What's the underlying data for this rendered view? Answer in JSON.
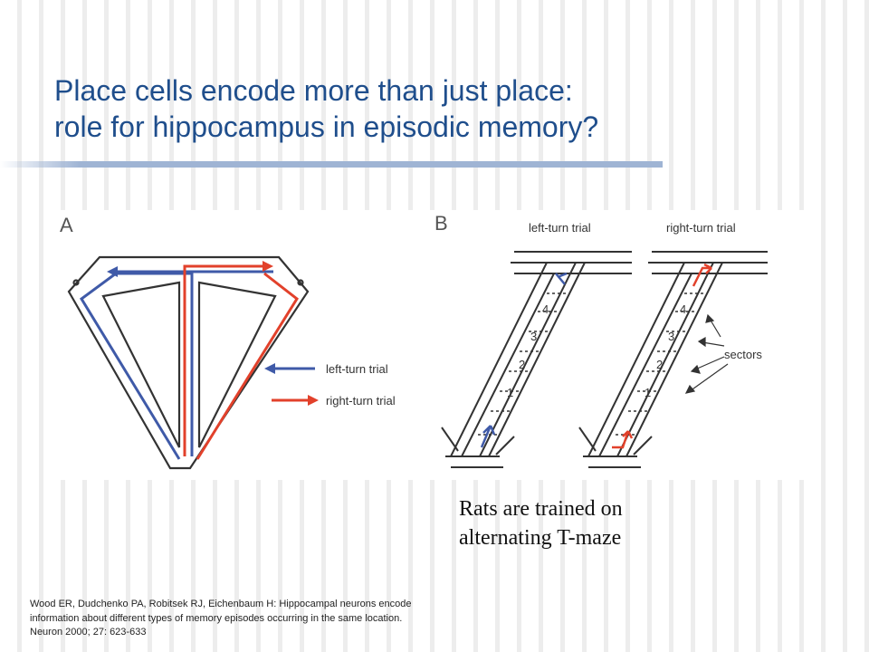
{
  "slide": {
    "title_line1": "Place cells encode more than just place:",
    "title_line2": "role for hippocampus in episodic memory?",
    "caption_line1": "Rats are trained on",
    "caption_line2": "alternating T-maze",
    "reference_line1": "Wood ER, Dudchenko PA, Robitsek RJ, Eichenbaum H: Hippocampal neurons encode",
    "reference_line2": "information about different types of memory episodes occurring in the same location.",
    "reference_line3": "Neuron 2000; 27: 623-633"
  },
  "figure": {
    "panel_a": "A",
    "panel_b": "B",
    "legend_left": "left-turn trial",
    "legend_right": "right-turn trial",
    "trial_left": "left-turn trial",
    "trial_right": "right-turn trial",
    "sectors_label": "sectors",
    "sector_numbers": [
      "1",
      "2",
      "3",
      "4"
    ]
  },
  "colors": {
    "title": "#1f4e8c",
    "left_turn": "#3f5aa8",
    "right_turn": "#e2412b",
    "maze_outline": "#333333"
  }
}
